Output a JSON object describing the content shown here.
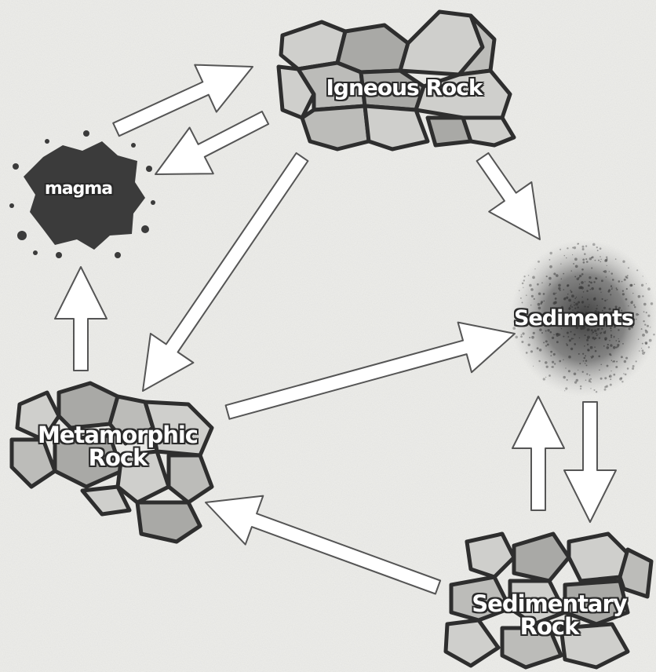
{
  "diagram": {
    "nodes": {
      "igneous": {
        "label": "Igneous Rock"
      },
      "magma": {
        "label": "magma"
      },
      "sediments": {
        "label": "Sediments"
      },
      "metamorphic": {
        "line1": "Metamorphic",
        "line2": "Rock"
      },
      "sedimentary": {
        "line1": "Sedimentary",
        "line2": "Rock"
      }
    },
    "edges": [
      {
        "from": "magma",
        "to": "igneous"
      },
      {
        "from": "igneous",
        "to": "magma"
      },
      {
        "from": "igneous",
        "to": "sediments"
      },
      {
        "from": "igneous",
        "to": "metamorphic"
      },
      {
        "from": "metamorphic",
        "to": "magma"
      },
      {
        "from": "metamorphic",
        "to": "sediments"
      },
      {
        "from": "sediments",
        "to": "sedimentary"
      },
      {
        "from": "sedimentary",
        "to": "sediments"
      },
      {
        "from": "sedimentary",
        "to": "metamorphic"
      }
    ],
    "colors": {
      "rock_fill": "#c9c9c6",
      "rock_fill_dark": "#a9a9a6",
      "rock_stroke": "#2e2e2e",
      "magma_fill": "#3b3b3b",
      "sediment_fill": "#5a5a5a",
      "arrow_fill": "#ffffff",
      "arrow_stroke": "#555555"
    }
  }
}
